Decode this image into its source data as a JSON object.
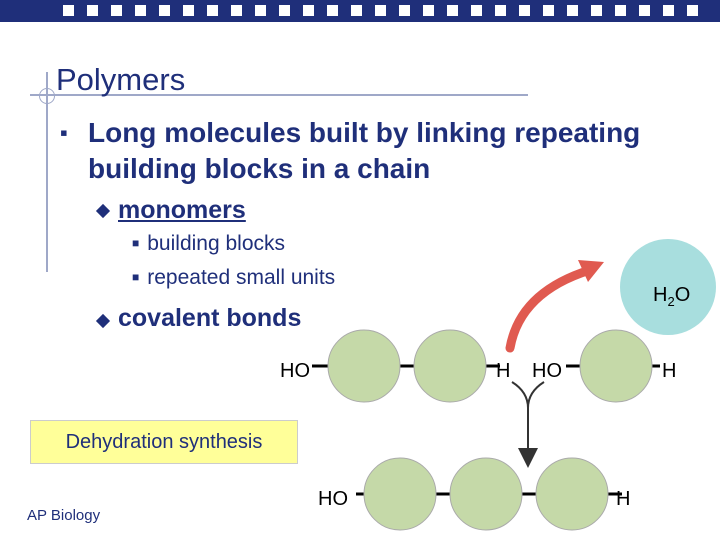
{
  "slide": {
    "title": "Polymers",
    "bullet": "Long molecules built by linking repeating building blocks in a chain",
    "sub_bullets": [
      {
        "text": "monomers",
        "children": [
          "building blocks",
          "repeated small units"
        ]
      },
      {
        "text": "covalent bonds"
      }
    ],
    "diagram": {
      "top_left_ho": "HO",
      "top_mid_h": "H",
      "top_mid_ho": "HO",
      "top_right_h": "H",
      "water_h": "H",
      "water_sub": "2",
      "water_o": "O",
      "bottom_ho": "HO",
      "bottom_h": "H",
      "process_label": "Dehydration synthesis"
    },
    "footer": "AP Biology",
    "colors": {
      "theme": "#1f2f7a",
      "monomer_fill": "#c5d9a8",
      "water_fill": "#a8dede",
      "label_bg": "#ffff99",
      "arrow": "#e05a50"
    }
  }
}
